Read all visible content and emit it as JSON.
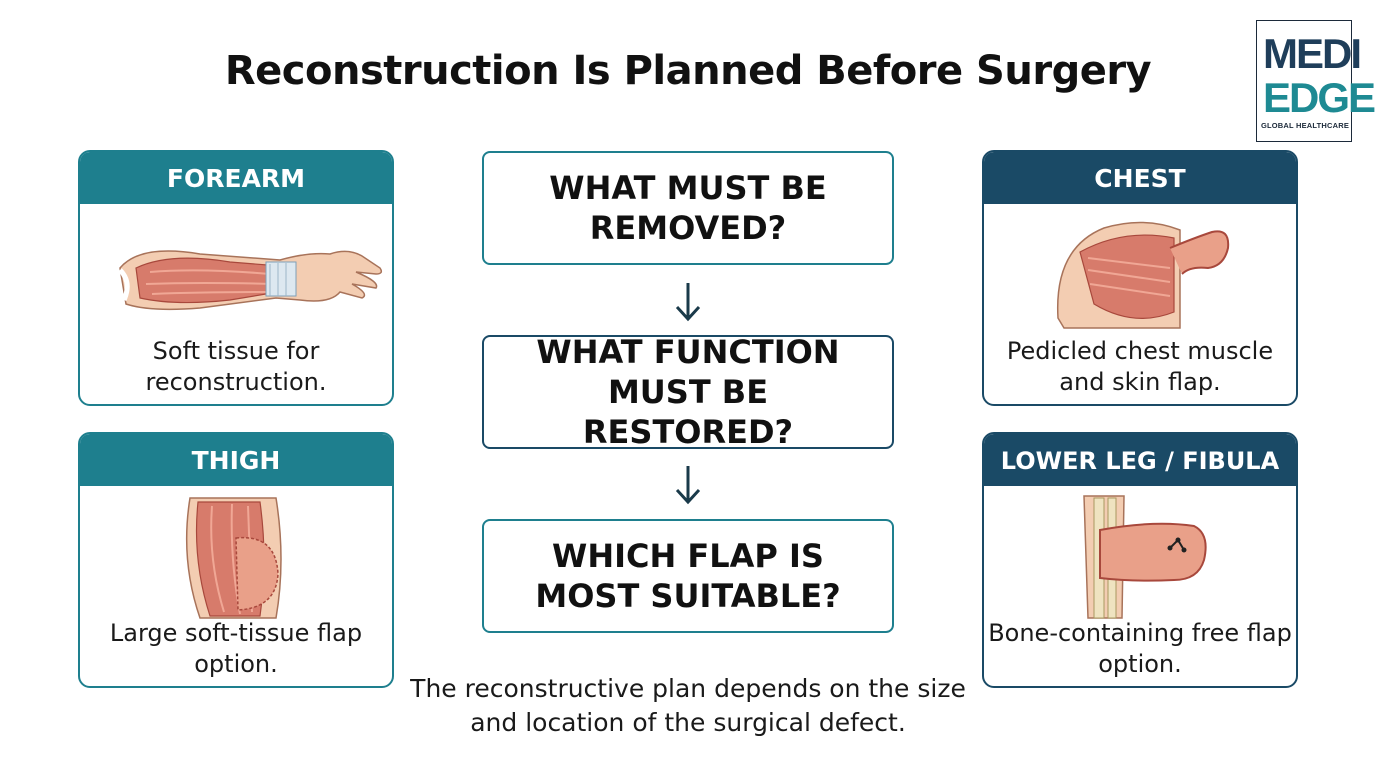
{
  "title": "Reconstruction Is Planned Before Surgery",
  "logo": {
    "line1": "MEDI",
    "line2": "EDGE",
    "sub": "GLOBAL HEALTHCARE"
  },
  "cards": {
    "forearm": {
      "label": "FOREARM",
      "text": "Soft tissue for reconstruction.",
      "icon": "forearm-illustration"
    },
    "thigh": {
      "label": "THIGH",
      "text": "Large soft-tissue flap option.",
      "icon": "thigh-illustration"
    },
    "chest": {
      "label": "CHEST",
      "text": "Pedicled chest muscle and skin flap.",
      "icon": "chest-illustration"
    },
    "lower_leg": {
      "label": "LOWER LEG / FIBULA",
      "text": "Bone-containing free flap option.",
      "icon": "fibula-illustration"
    }
  },
  "steps": {
    "s1": "WHAT MUST BE REMOVED?",
    "s2": "WHAT FUNCTION MUST BE RESTORED?",
    "s3": "WHICH FLAP IS MOST SUITABLE?"
  },
  "caption": "The reconstructive plan depends on the size and location of the surgical defect.",
  "colors": {
    "teal": "#1e7f8e",
    "navy": "#1a4a66",
    "muscle": "#d77b6b",
    "skin": "#f3cdb2"
  }
}
